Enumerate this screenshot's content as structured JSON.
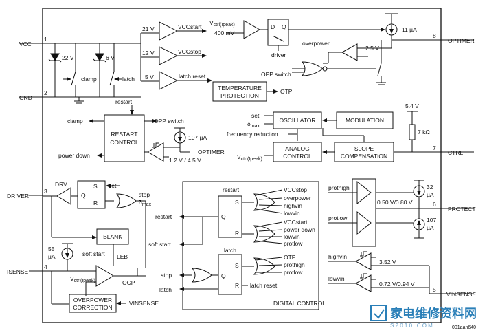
{
  "external_pins": {
    "vcc": "VCC",
    "gnd": "GND",
    "driver": "DRIVER",
    "isense": "ISENSE",
    "optimer": "OPTIMER",
    "ctrl": "CTRL",
    "protect": "PROTECT",
    "vinsense": "VINSENSE"
  },
  "pin_numbers": {
    "p1": "1",
    "p2": "2",
    "p3": "3",
    "p4": "4",
    "p5": "5",
    "p6": "6",
    "p7": "7",
    "p8": "8"
  },
  "supply": {
    "zener1": "22 V",
    "zener2": "6 V",
    "clamp": "clamp",
    "latch": "latch",
    "comp1_ref": "21 V",
    "comp1_out": "VCCstart",
    "comp2_ref": "12 V",
    "comp2_out": "VCCstop",
    "comp3_ref": "5 V",
    "comp3_out": "latch reset"
  },
  "optimer_section": {
    "vctrl_a": "V",
    "vctrl_a_sub": "ctrl(Ipeak)",
    "ref400": "400 mV",
    "dq_d": "D",
    "dq_q": "Q",
    "driver_lbl": "driver",
    "current": "11 µA",
    "overpower": "overpower",
    "ref25": "2.5 V",
    "opp_switch": "OPP switch"
  },
  "blocks": {
    "temp1": "TEMPERATURE",
    "temp2": "PROTECTION",
    "otp": "OTP",
    "restart1": "RESTART",
    "restart2": "CONTROL",
    "oscillator": "OSCILLATOR",
    "modulation": "MODULATION",
    "analog1": "ANALOG",
    "analog2": "CONTROL",
    "slope1": "SLOPE",
    "slope2": "COMPENSATION",
    "blank": "BLANK",
    "overpower1": "OVERPOWER",
    "overpower2": "CORRECTION",
    "digital": "DIGITAL CONTROL"
  },
  "restart_section": {
    "restart": "restart",
    "clamp": "clamp",
    "opp_switch": "OPP switch",
    "current": "107 µA",
    "power_down": "power down",
    "optimer": "OPTIMER",
    "ref": "1.2 V / 4.5 V"
  },
  "osc_section": {
    "set": "set",
    "delta": "δ",
    "delta_sub": "max",
    "freq_red": "frequency reduction",
    "vctrl": "V",
    "vctrl_sub": "ctrl(Ipeak)",
    "v54": "5.4 V",
    "r7k": "7 kΩ"
  },
  "driver_section": {
    "drv": "DRV",
    "s": "S",
    "q": "Q",
    "r": "R",
    "set": "set",
    "stop": "stop",
    "delta": "δ",
    "delta_sub": "max",
    "current": "55",
    "current2": "µA",
    "soft_start": "soft start",
    "leb": "LEB",
    "vctrl": "V",
    "vctrl_sub": "ctrl(Ipeak)",
    "ocp": "OCP",
    "vinsense": "VINSENSE"
  },
  "digital_section": {
    "restart_top": "restart",
    "or1_inputs": [
      "VCCstop",
      "overpower",
      "highvin",
      "lowvin"
    ],
    "or2_inputs": [
      "VCCstart",
      "power down",
      "lowvin",
      "protlow"
    ],
    "latch": "latch",
    "or3_inputs": [
      "OTP",
      "prothigh",
      "protlow"
    ],
    "latch_reset": "latch reset",
    "out_restart": "restart",
    "out_soft_start": "soft start",
    "out_stop": "stop",
    "out_latch": "latch",
    "s": "S",
    "q": "Q",
    "r": "R"
  },
  "protect_section": {
    "prothigh": "prothigh",
    "protlow": "protlow",
    "ref": "0.50 V/0.80 V",
    "i32": "32",
    "i107": "107",
    "ua": "µA"
  },
  "vinsense_section": {
    "highvin": "highvin",
    "lowvin": "lowvin",
    "ref1": "3.52 V",
    "ref2": "0.72 V/0.94 V"
  },
  "footer": {
    "figure_id": "001aan640"
  },
  "watermark": {
    "text": "家电维修资料网",
    "sub": "S 2 0 1 0 . C O M"
  }
}
